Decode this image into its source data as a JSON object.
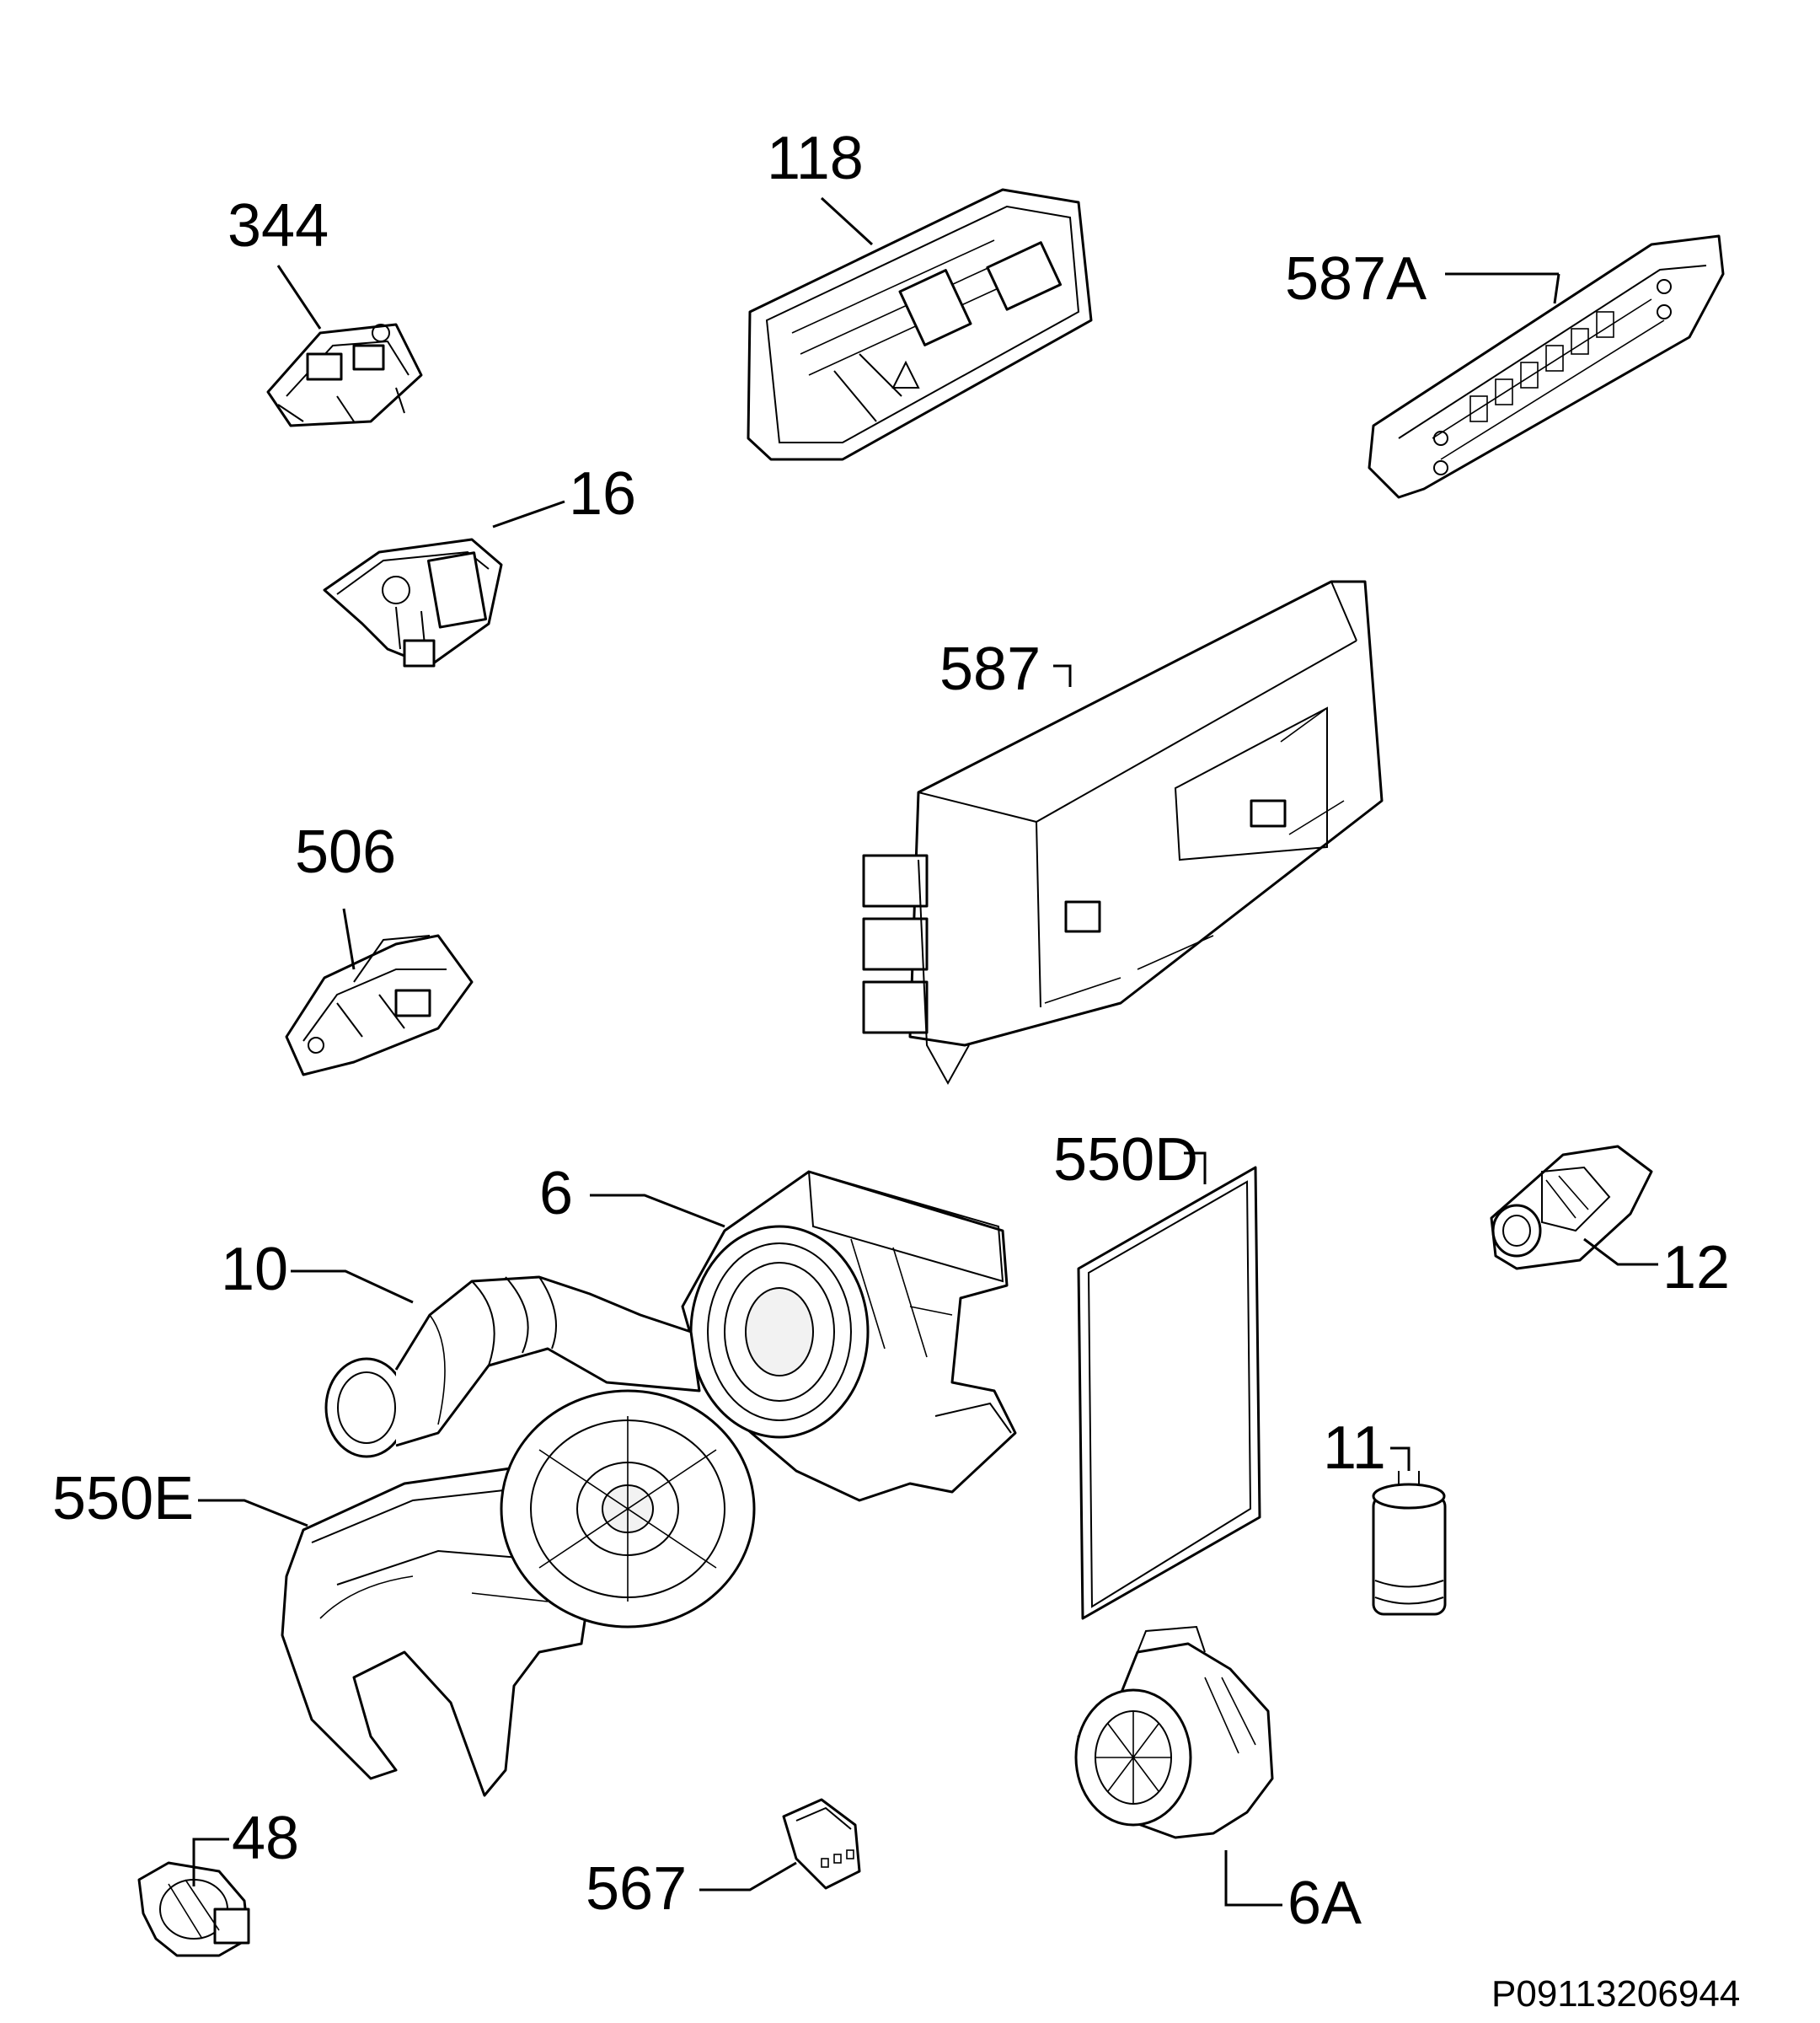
{
  "parts": [
    {
      "id": "344"
    },
    {
      "id": "118"
    },
    {
      "id": "587A"
    },
    {
      "id": "16"
    },
    {
      "id": "587"
    },
    {
      "id": "506"
    },
    {
      "id": "550D"
    },
    {
      "id": "6"
    },
    {
      "id": "10"
    },
    {
      "id": "12"
    },
    {
      "id": "11"
    },
    {
      "id": "550E"
    },
    {
      "id": "48"
    },
    {
      "id": "567"
    },
    {
      "id": "6A"
    }
  ],
  "document_code": "P09113206944"
}
